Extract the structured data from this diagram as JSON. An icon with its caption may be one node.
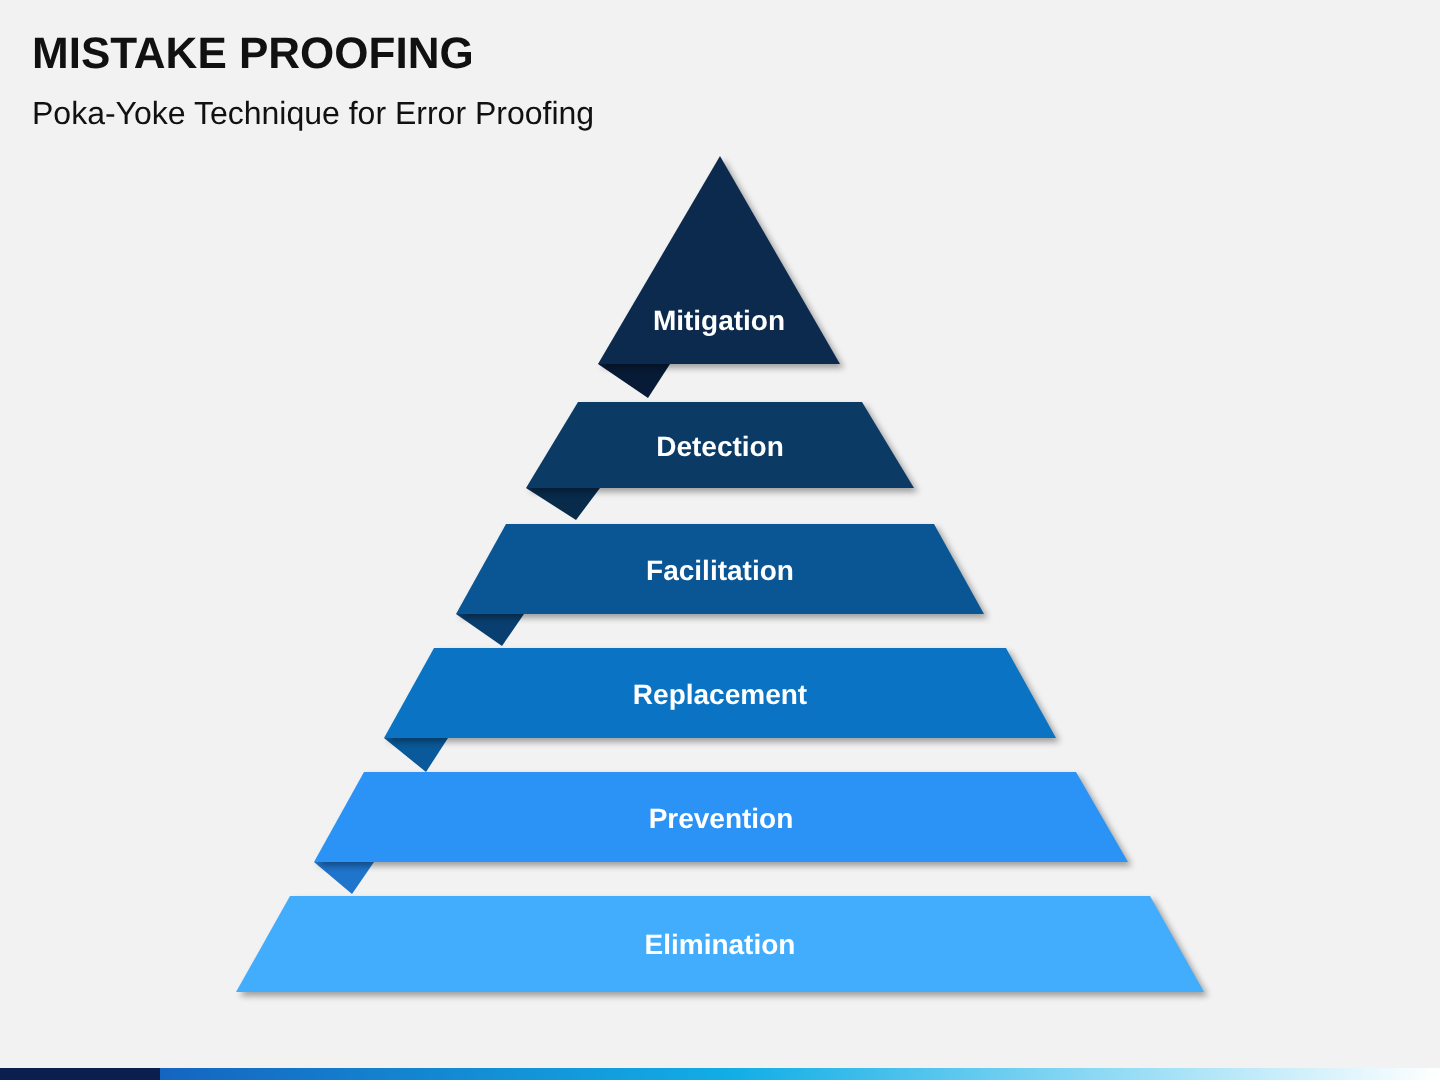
{
  "diagram": {
    "title": "MISTAKE PROOFING",
    "nodes": [
      {
        "text": [
          "Mitigation"
        ]
      },
      {
        "text": [
          "Detection"
        ]
      },
      {
        "text": [
          "Facilitation"
        ]
      },
      {
        "text": [
          "Replacement"
        ]
      },
      {
        "text": [
          "Prevention"
        ]
      },
      {
        "text": [
          "Elimination"
        ]
      }
    ],
    "labels": [
      "Poka-Yoke Technique for Error Proofing"
    ]
  }
}
